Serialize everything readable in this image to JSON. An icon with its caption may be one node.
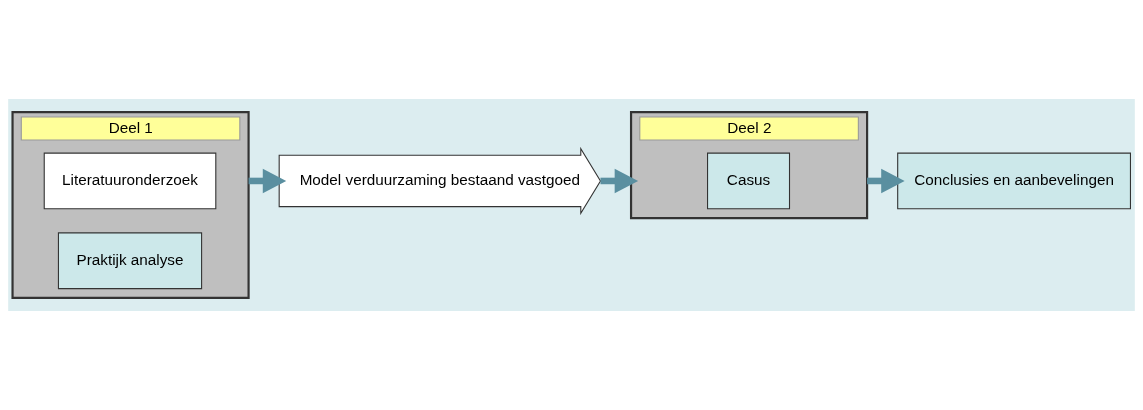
{
  "diagram": {
    "nodes": [
      {
        "text": [
          "Deel 1"
        ]
      },
      {
        "text": [
          "Literatuuronderzoek"
        ],
        "in": 0
      },
      {
        "text": [
          "Praktijk analyse"
        ],
        "in": 0
      },
      {
        "text": [
          "Model verduurzaming bestaand vastgoed"
        ]
      },
      {
        "text": [
          "Deel 2"
        ]
      },
      {
        "text": [
          "Casus"
        ],
        "in": 4
      },
      {
        "text": [
          "Conclusies en aanbevelingen"
        ]
      }
    ],
    "edges": [
      {
        "from": 0,
        "to": 3,
        "arrow": "to"
      },
      {
        "from": 3,
        "to": 4,
        "arrow": "to"
      },
      {
        "from": 4,
        "to": 6,
        "arrow": "to"
      }
    ]
  }
}
